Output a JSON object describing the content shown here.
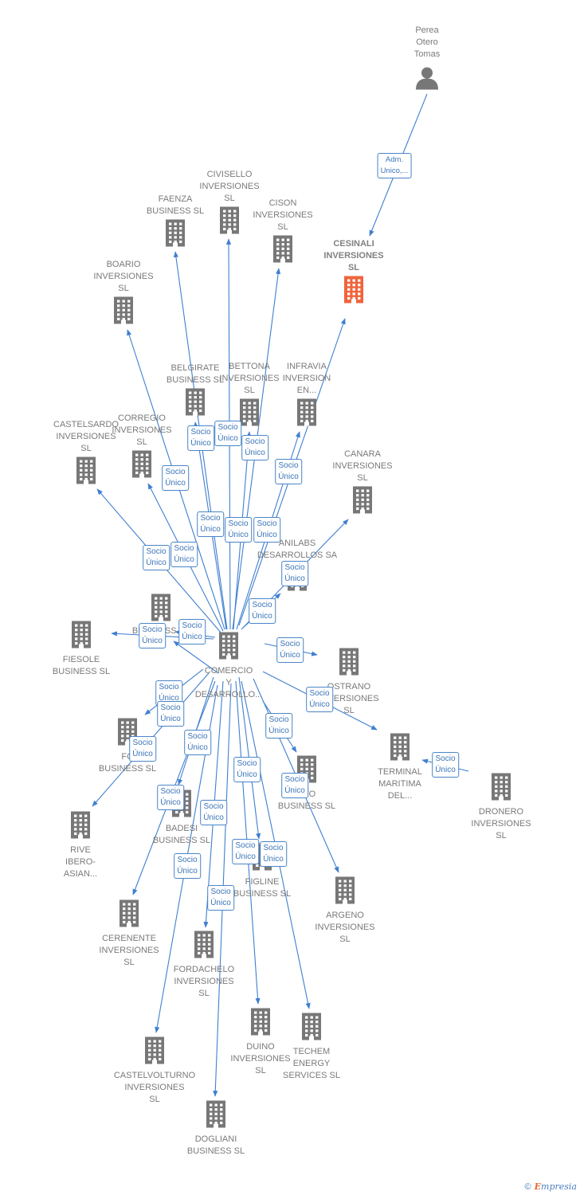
{
  "nodes": [
    {
      "id": "perea",
      "type": "person",
      "label": "Perea\nOtero\nTomas"
    },
    {
      "id": "cesinali",
      "type": "company",
      "highlight": true,
      "label": "CESINALI\nINVERSIONES\nSL"
    },
    {
      "id": "comercio",
      "type": "company",
      "label": "COMERCIO\nY\nDESARROLLO..."
    },
    {
      "id": "civisello",
      "type": "company",
      "label": "CIVISELLO\nINVERSIONES\nSL"
    },
    {
      "id": "faenza",
      "type": "company",
      "label": "FAENZA\nBUSINESS  SL"
    },
    {
      "id": "cison",
      "type": "company",
      "label": "CISON\nINVERSIONES\nSL"
    },
    {
      "id": "boario",
      "type": "company",
      "label": "BOARIO\nINVERSIONES\nSL"
    },
    {
      "id": "belgirate",
      "type": "company",
      "label": "BELGIRATE\nBUSINESS  SL"
    },
    {
      "id": "bettona",
      "type": "company",
      "label": "BETTONA\nINVERSIONES\nSL"
    },
    {
      "id": "infravia",
      "type": "company",
      "label": "INFRAVIA\nINVERSION\nEN..."
    },
    {
      "id": "castelsardo",
      "type": "company",
      "label": "CASTELSARDO\nINVERSIONES\nSL"
    },
    {
      "id": "corregio",
      "type": "company",
      "label": "CORREGIO\nINVERSIONES\nSL"
    },
    {
      "id": "canara",
      "type": "company",
      "label": "CANARA\nINVERSIONES\nSL"
    },
    {
      "id": "anilabs",
      "type": "company",
      "label": "ANILABS\nDESARROLLOS SA"
    },
    {
      "id": "bus",
      "type": "company",
      "label": "BUSINESS  SL"
    },
    {
      "id": "fiesole",
      "type": "company",
      "label": "FIESOLE\nBUSINESS  SL"
    },
    {
      "id": "ostrano",
      "type": "company",
      "label": "OSTRANO\nINVERSIONES\nSL"
    },
    {
      "id": "terminal",
      "type": "company",
      "label": "TERMINAL\nMARITIMA\nDEL..."
    },
    {
      "id": "dronero",
      "type": "company",
      "label": "DRONERO\nINVERSIONES\nSL"
    },
    {
      "id": "fo",
      "type": "company",
      "label": "FO\nBUSINESS  SL"
    },
    {
      "id": "rive",
      "type": "company",
      "label": "RIVE\nIBERO-\nASIAN..."
    },
    {
      "id": "eto",
      "type": "company",
      "label": "ETO\nBUSINESS  SL"
    },
    {
      "id": "badesi",
      "type": "company",
      "label": "BADESI\nBUSINESS  SL"
    },
    {
      "id": "figline",
      "type": "company",
      "label": "FIGLINE\nBUSINESS  SL"
    },
    {
      "id": "argeno",
      "type": "company",
      "label": "ARGENO\nINVERSIONES\nSL"
    },
    {
      "id": "cerenente",
      "type": "company",
      "label": "CERENENTE\nINVERSIONES\nSL"
    },
    {
      "id": "fordachelo",
      "type": "company",
      "label": "FORDACHELO\nINVERSIONES\nSL"
    },
    {
      "id": "duino",
      "type": "company",
      "label": "DUINO\nINVERSIONES\nSL"
    },
    {
      "id": "techem",
      "type": "company",
      "label": "TECHEM\nENERGY\nSERVICES  SL"
    },
    {
      "id": "castelvolturno",
      "type": "company",
      "label": "CASTELVOLTURNO\nINVERSIONES\nSL"
    },
    {
      "id": "dogliani",
      "type": "company",
      "label": "DOGLIANI\nBUSINESS  SL"
    }
  ],
  "edges": [
    {
      "from": "perea",
      "to": "cesinali",
      "label": "Adm.\nUnico,..."
    },
    {
      "from": "comercio",
      "to": "cesinali",
      "label": "Socio\nÚnico"
    },
    {
      "from": "comercio",
      "to": "civisello",
      "label": "Socio\nÚnico"
    },
    {
      "from": "comercio",
      "to": "faenza",
      "label": "Socio\nÚnico"
    },
    {
      "from": "comercio",
      "to": "cison",
      "label": "Socio\nÚnico"
    },
    {
      "from": "comercio",
      "to": "boario",
      "label": "Socio\nÚnico"
    },
    {
      "from": "comercio",
      "to": "belgirate",
      "label": "Socio\nÚnico"
    },
    {
      "from": "comercio",
      "to": "bettona",
      "label": "Socio\nÚnico"
    },
    {
      "from": "comercio",
      "to": "infravia",
      "label": "Socio\nÚnico"
    },
    {
      "from": "comercio",
      "to": "castelsardo",
      "label": "Socio\nÚnico"
    },
    {
      "from": "comercio",
      "to": "corregio",
      "label": "Socio\nÚnico"
    },
    {
      "from": "comercio",
      "to": "canara",
      "label": "Socio\nÚnico"
    },
    {
      "from": "comercio",
      "to": "anilabs",
      "label": "Socio\nÚnico"
    },
    {
      "from": "comercio",
      "to": "bus",
      "label": "Socio\nÚnico"
    },
    {
      "from": "comercio",
      "to": "fiesole",
      "label": "Socio\nÚnico"
    },
    {
      "from": "comercio",
      "to": "ostrano",
      "label": "Socio\nÚnico"
    },
    {
      "from": "comercio",
      "to": "terminal",
      "label": "Socio\nÚnico"
    },
    {
      "from": "dronero",
      "to": "terminal",
      "label": "Socio\nÚnico"
    },
    {
      "from": "comercio",
      "to": "fo",
      "label": "Socio\nÚnico"
    },
    {
      "from": "comercio",
      "to": "rive",
      "label": "Socio\nÚnico"
    },
    {
      "from": "comercio",
      "to": "eto",
      "label": "Socio\nÚnico"
    },
    {
      "from": "comercio",
      "to": "badesi",
      "label": "Socio\nÚnico"
    },
    {
      "from": "comercio",
      "to": "figline",
      "label": "Socio\nÚnico"
    },
    {
      "from": "comercio",
      "to": "argeno",
      "label": "Socio\nÚnico"
    },
    {
      "from": "comercio",
      "to": "cerenente",
      "label": "Socio\nÚnico"
    },
    {
      "from": "comercio",
      "to": "fordachelo",
      "label": "Socio\nÚnico"
    },
    {
      "from": "comercio",
      "to": "duino",
      "label": "Socio\nÚnico"
    },
    {
      "from": "comercio",
      "to": "techem",
      "label": "Socio\nÚnico"
    },
    {
      "from": "comercio",
      "to": "castelvolturno",
      "label": "Socio\nÚnico"
    },
    {
      "from": "comercio",
      "to": "dogliani",
      "label": "Socio\nÚnico"
    },
    {
      "from": "comercio",
      "to": "fiesole",
      "label": "Socio\nÚnico"
    }
  ],
  "colors": {
    "edge": "#3f7fd0",
    "icon": "#777777",
    "highlight": "#f0643c",
    "label": "#7a7a7a"
  },
  "brand": {
    "symbol": "©",
    "initial": "E",
    "rest": "mpresia"
  }
}
